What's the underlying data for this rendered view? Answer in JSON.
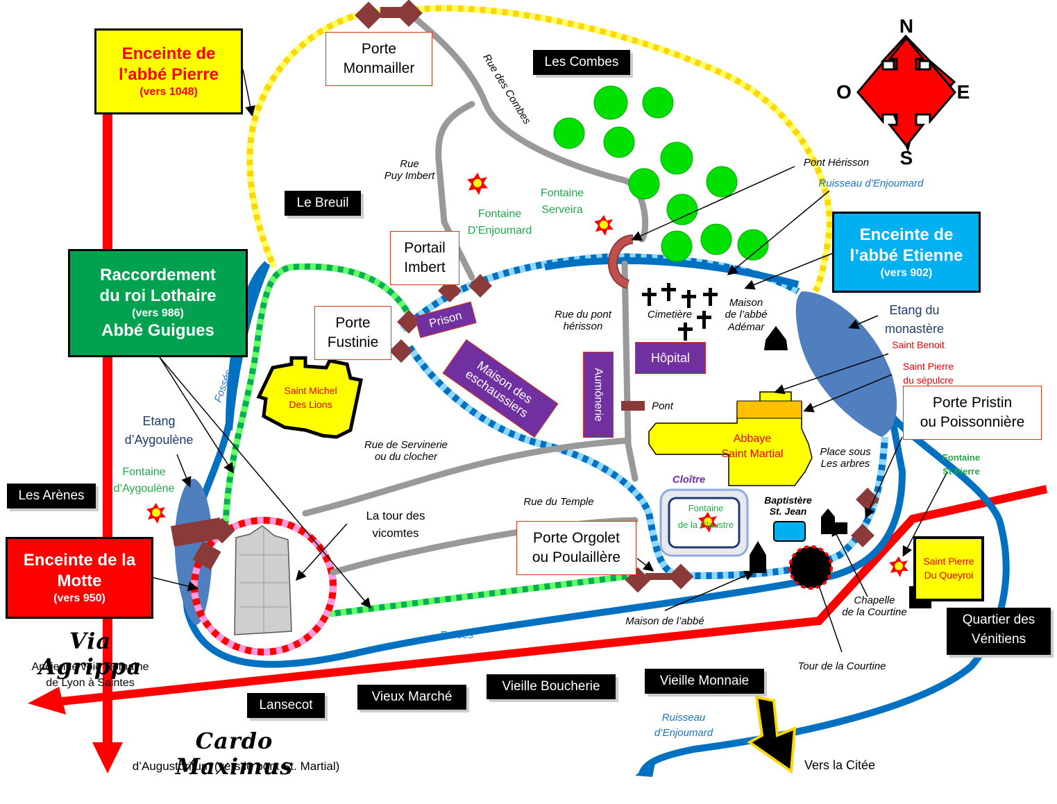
{
  "compass": {
    "n": "N",
    "s": "S",
    "e": "E",
    "o": "O"
  },
  "boxes": {
    "pierre": {
      "l1": "Enceinte de",
      "l2": "l’abbé Pierre",
      "date": "(vers 1048)"
    },
    "lothaire": {
      "l1": "Raccordement",
      "l2": "du roi Lothaire",
      "date": "(vers 986)",
      "l3": "Abbé Guigues"
    },
    "motte": {
      "l1": "Enceinte de la",
      "l2": "Motte",
      "date": "(vers 950)"
    },
    "etienne": {
      "l1": "Enceinte de",
      "l2": "l’abbé Etienne",
      "date": "(vers 902)"
    }
  },
  "districts": {
    "combes": "Les Combes",
    "breuil": "Le Breuil",
    "arenes": "Les Arènes",
    "lansecot": "Lansecot",
    "marche": "Vieux Marché",
    "boucherie": "Vieille Boucherie",
    "monnaie": "Vieille Monnaie",
    "venitiens1": "Quartier des",
    "venitiens2": "Vénitiens"
  },
  "gates": {
    "monmailler1": "Porte",
    "monmailler2": "Monmailler",
    "imbert1": "Portail",
    "imbert2": "Imbert",
    "fustinie1": "Porte",
    "fustinie2": "Fustinie",
    "orgolet1": "Porte Orgolet",
    "orgolet2": "ou Poulaillère",
    "pristin1": "Porte Pristin",
    "pristin2": "ou Poissonnière"
  },
  "purple": {
    "prison": "Prison",
    "maison1": "Maison des",
    "maison2": "eschaussiers",
    "aumonerie": "Aumônerie",
    "hopital": "Hôpital"
  },
  "streets": {
    "combes": "Rue des Combes",
    "puy1": "Rue",
    "puy2": "Puy Imbert",
    "herisson1": "Rue du pont",
    "herisson2": "hérisson",
    "servinerie1": "Rue de Servinerie",
    "servinerie2": "ou du clocher",
    "temple": "Rue du Temple"
  },
  "labels": {
    "pontHerisson": "Pont Hérisson",
    "cimetiere": "Cimetière",
    "adémar1": "Maison",
    "adémar2": "de l’abbé",
    "adémar3": "Adémar",
    "pont": "Pont",
    "placeSous1": "Place sous",
    "placeSous2": "Les arbres",
    "baptistere1": "Baptistère",
    "baptistere2": "St. Jean",
    "maisonAbbe": "Maison de l’abbé",
    "chapelle1": "Chapelle",
    "chapelle2": "de la Courtine",
    "tourCourtine": "Tour de la Courtine",
    "tourVicomtes1": "La tour des",
    "tourVicomtes2": "vicomtes",
    "versCitee": "Vers la Citée",
    "cloitre": "Cloître"
  },
  "green": {
    "enjoumard1": "Fontaine",
    "enjoumard2": "D’Enjoumard",
    "serveira1": "Fontaine",
    "serveira2": "Serveira",
    "aygoulene1": "Fontaine",
    "aygoulene2": "d’Aygoulène",
    "claustre1": "Fontaine",
    "claustre2": "de la Claustre",
    "stpierre1": "Fontaine",
    "stpierre2": "St Pierre"
  },
  "water": {
    "ruisseauTop": "Ruisseau d’Enjoumard",
    "ruisseauBot1": "Ruisseau",
    "ruisseauBot2": "d’Enjoumard",
    "fosses1": "Fossés",
    "fosses2": "Fossés",
    "etangMon1": "Etang du",
    "etangMon2": "monastère",
    "etangAyg1": "Etang",
    "etangAyg2": "d’Aygoulène"
  },
  "yellow": {
    "stmichel1": "Saint Michel",
    "stmichel2": "Des Lions",
    "abbaye1": "Abbaye",
    "abbaye2": "Saint Martial",
    "queyroi1": "Saint Pierre",
    "queyroi2": "Du Queyroi"
  },
  "redlabels": {
    "benoit": "Saint  Benoit",
    "sepulcre1": "Saint Pierre",
    "sepulcre2": "du sépulcre"
  },
  "roads": {
    "agrippa": "Via Agrippa",
    "agrippaSub1": "Ancienne voie Romaine",
    "agrippaSub2": "de Lyon à Saintes",
    "cardo": "Cardo Maximus",
    "cardoSub": "d’Augustoritum  (vers le pont St. Martial)"
  },
  "colors": {
    "red": "#ff0000",
    "yellow": "#ffff00",
    "green": "#00b050",
    "blue": "#00b0f0",
    "water": "#0070c0",
    "pond": "#4f7fbf",
    "purple": "#7030a0",
    "gate": "#8b3a3a"
  }
}
